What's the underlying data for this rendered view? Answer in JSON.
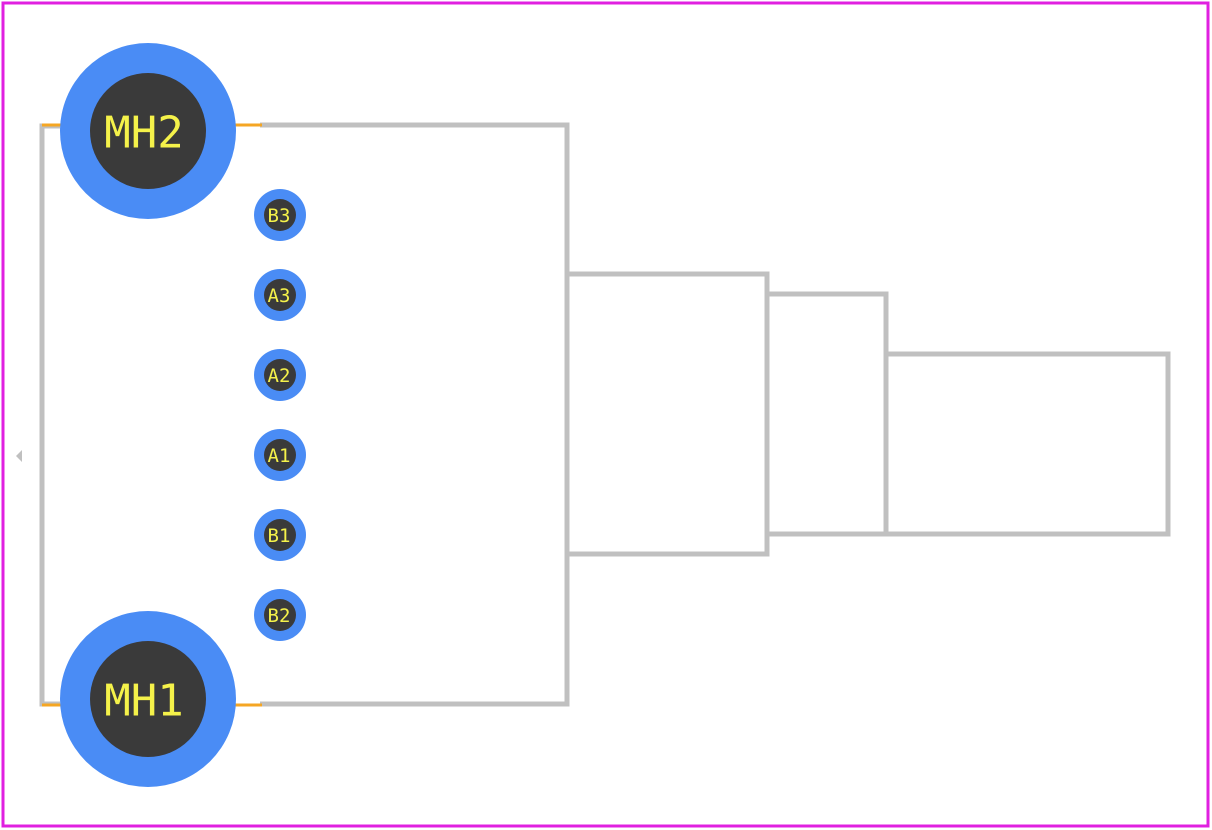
{
  "colors": {
    "board_outline": "#E020E0",
    "silkscreen": "#C0C0C0",
    "pad_copper": "#4A8CF5",
    "drill_hole": "#3A3A3A",
    "label_text": "#F5F24A",
    "mounting_lead": "#F5A623"
  },
  "mounting_holes": [
    {
      "id": "mh2",
      "label": "MH2"
    },
    {
      "id": "mh1",
      "label": "MH1"
    }
  ],
  "pads": [
    {
      "id": "b3",
      "label": "B3"
    },
    {
      "id": "a3",
      "label": "A3"
    },
    {
      "id": "a2",
      "label": "A2"
    },
    {
      "id": "a1",
      "label": "A1"
    },
    {
      "id": "b1",
      "label": "B1"
    },
    {
      "id": "b2",
      "label": "B2"
    }
  ]
}
